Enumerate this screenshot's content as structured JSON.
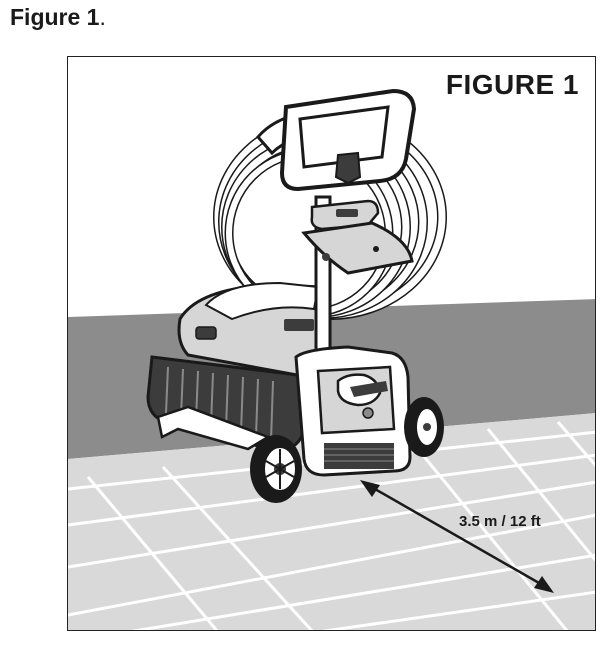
{
  "caption": {
    "text": "Figure 1",
    "period": "."
  },
  "figure": {
    "label": "FIGURE 1",
    "distance_label": "3.5 m / 12 ft"
  },
  "colors": {
    "wall": "#8c8c8c",
    "floor": "#d9d9d9",
    "grout": "#ffffff",
    "ink": "#1a1a1a",
    "body_dark": "#3c3c3c",
    "body_mid": "#8a8a8a",
    "body_light": "#d6d6d6"
  }
}
